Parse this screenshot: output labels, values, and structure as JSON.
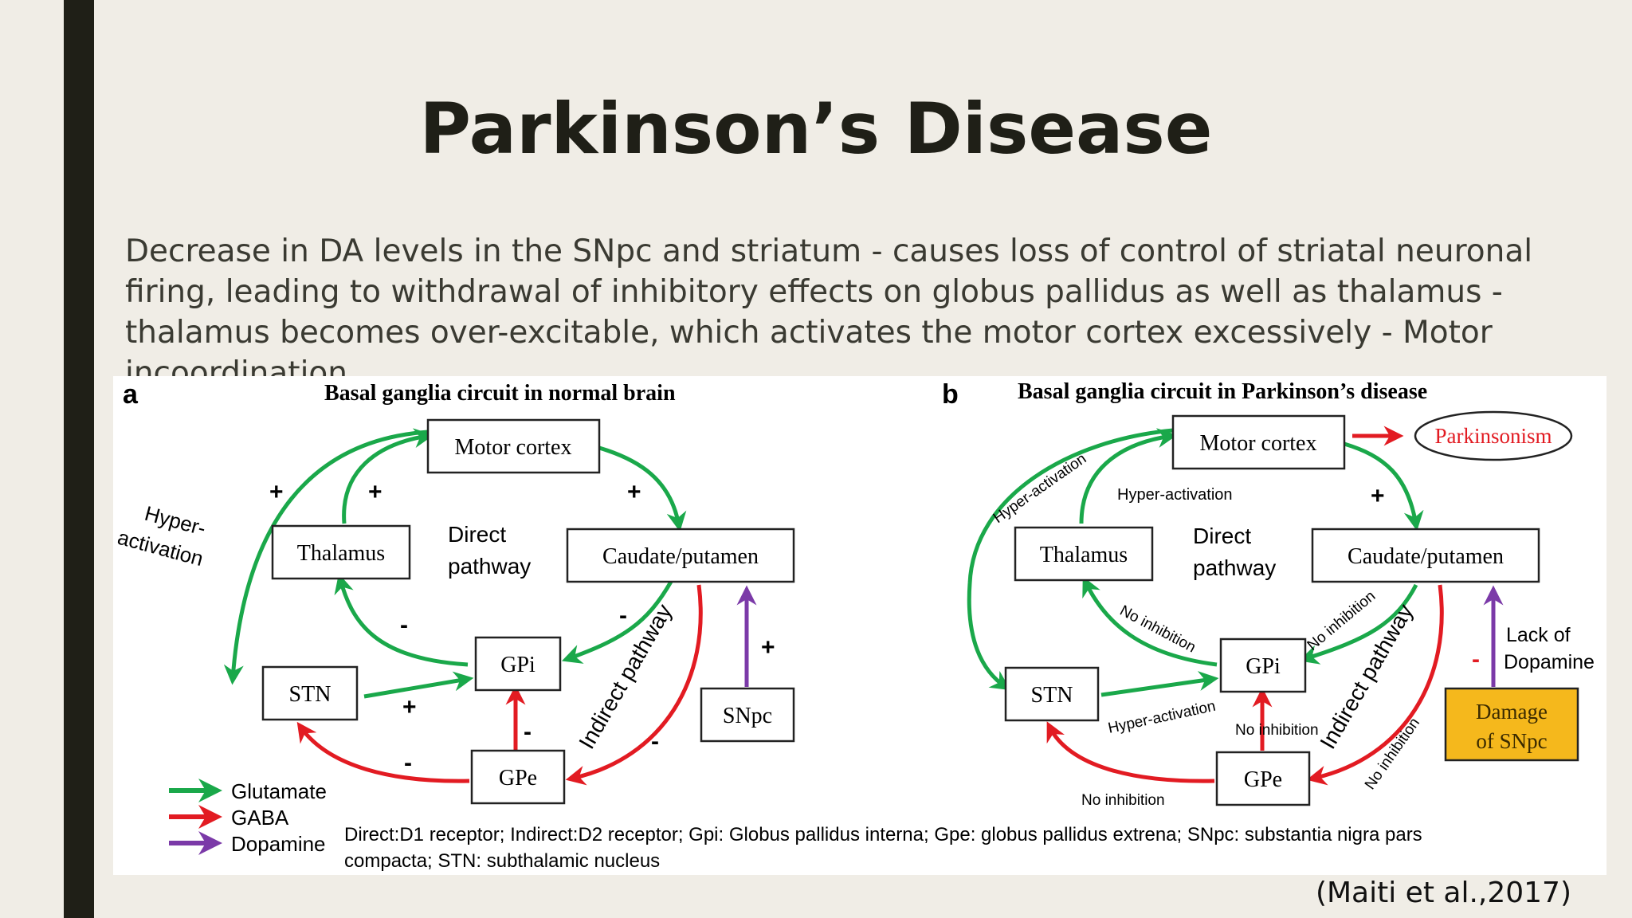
{
  "slide": {
    "title": "Parkinson’s Disease",
    "body": "Decrease in DA levels in the SNpc and striatum - causes loss of control of striatal neuronal firing, leading to withdrawal of inhibitory effects on globus pallidus as well as thalamus - thalamus becomes over-excitable, which activates the motor cortex excessively - Motor incoordination",
    "citation": "(Maiti et al.,2017)"
  },
  "colors": {
    "glutamate": "#1aa84a",
    "gaba": "#e21b22",
    "dopamine": "#7b3aa8",
    "damage_fill": "#f5b81c",
    "background": "#f0ede6",
    "accent_bar": "#1f1f17"
  },
  "figure": {
    "panel_a": {
      "letter": "a",
      "heading": "Basal ganglia circuit in normal brain",
      "nodes": {
        "motor_cortex": "Motor cortex",
        "thalamus": "Thalamus",
        "caudate_putamen": "Caudate/putamen",
        "stn": "STN",
        "gpi": "GPi",
        "gpe": "GPe",
        "snpc": "SNpc"
      },
      "labels": {
        "hyper": "Hyper-",
        "activation": "activation",
        "direct": "Direct",
        "pathway": "pathway",
        "indirect_pathway": "Indirect pathway"
      },
      "signs": {
        "plus": "+",
        "minus": "-"
      }
    },
    "panel_b": {
      "letter": "b",
      "heading": "Basal ganglia circuit in Parkinson’s disease",
      "nodes": {
        "motor_cortex": "Motor cortex",
        "parkinsonism": "Parkinsonism",
        "thalamus": "Thalamus",
        "caudate_putamen": "Caudate/putamen",
        "stn": "STN",
        "gpi": "GPi",
        "gpe": "GPe",
        "damage_line1": "Damage",
        "damage_line2": "of SNpc"
      },
      "labels": {
        "hyper_activation": "Hyper-activation",
        "direct": "Direct",
        "pathway": "pathway",
        "no_inhibition": "No inhibition",
        "lack_of": "Lack of",
        "dopamine": "Dopamine",
        "indirect_pathway": "Indirect pathway"
      },
      "signs": {
        "plus": "+",
        "minus": "-"
      }
    },
    "legend": [
      {
        "label": "Glutamate",
        "color": "#1aa84a"
      },
      {
        "label": "GABA",
        "color": "#e21b22"
      },
      {
        "label": "Dopamine",
        "color": "#7b3aa8"
      }
    ],
    "footnote_line1": "Direct:D1 receptor; Indirect:D2 receptor; Gpi: Globus pallidus interna; Gpe: globus pallidus extrena; SNpc: substantia nigra pars",
    "footnote_line2": "compacta; STN: subthalamic nucleus"
  }
}
